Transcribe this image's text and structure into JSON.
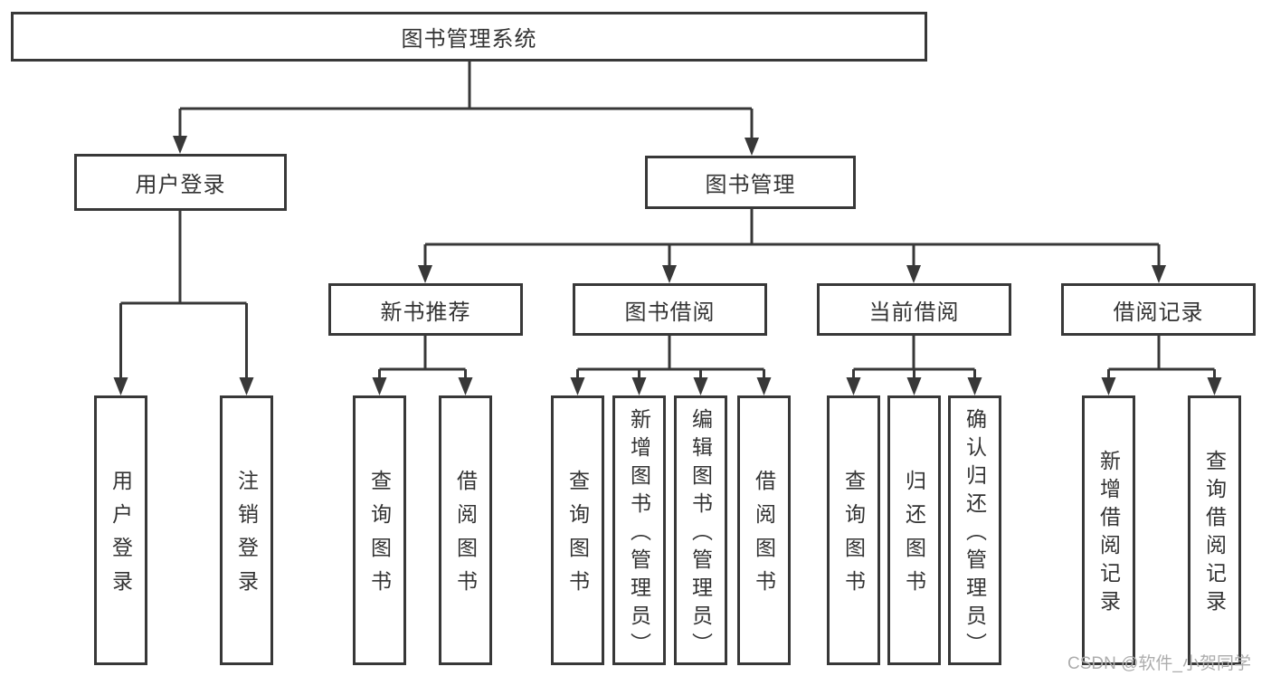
{
  "tree": {
    "root": "图书管理系统",
    "children": [
      {
        "label": "用户登录",
        "children": [
          {
            "label": "用户登录"
          },
          {
            "label": "注销登录"
          }
        ]
      },
      {
        "label": "图书管理",
        "children": [
          {
            "label": "新书推荐",
            "children": [
              {
                "label": "查询图书"
              },
              {
                "label": "借阅图书"
              }
            ]
          },
          {
            "label": "图书借阅",
            "children": [
              {
                "label": "查询图书"
              },
              {
                "label": "新增图书（管理员）"
              },
              {
                "label": "编辑图书（管理员）"
              },
              {
                "label": "借阅图书"
              }
            ]
          },
          {
            "label": "当前借阅",
            "children": [
              {
                "label": "查询图书"
              },
              {
                "label": "归还图书"
              },
              {
                "label": "确认归还（管理员）"
              }
            ]
          },
          {
            "label": "借阅记录",
            "children": [
              {
                "label": "新增借阅记录"
              },
              {
                "label": "查询借阅记录"
              }
            ]
          }
        ]
      }
    ]
  },
  "watermark": "CSDN @软件_小贺同学",
  "colors": {
    "line": "#383838",
    "text": "#333333",
    "watermark": "#adadad",
    "background": "#ffffff"
  }
}
